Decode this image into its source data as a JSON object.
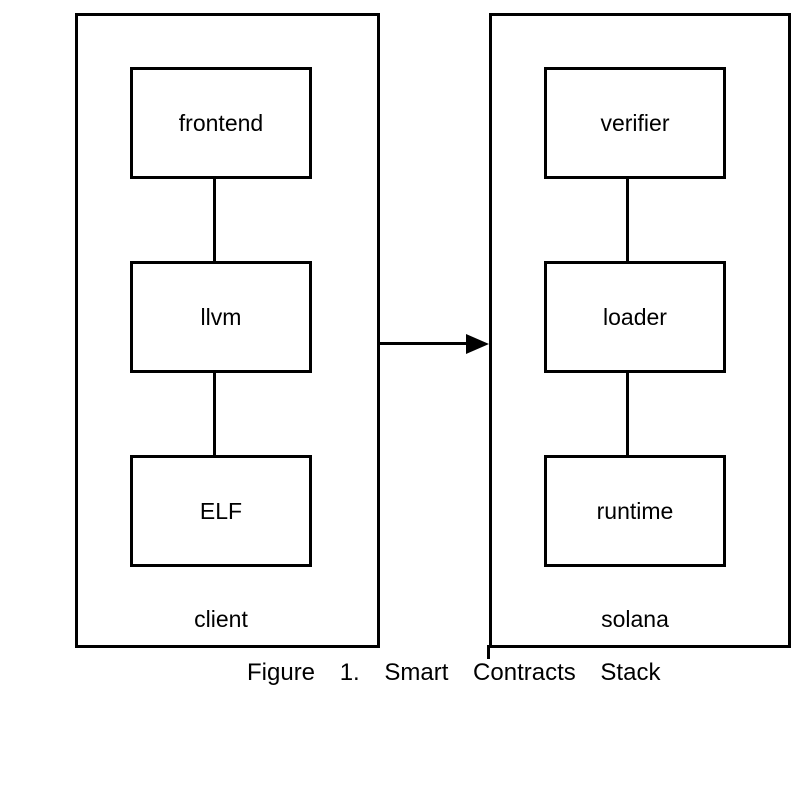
{
  "figure": {
    "caption": "Figure 1. Smart Contracts Stack",
    "colors": {
      "stroke": "#000000",
      "background": "#ffffff"
    },
    "containers": [
      {
        "label": "client",
        "boxes": [
          {
            "label": "frontend"
          },
          {
            "label": "llvm"
          },
          {
            "label": "ELF"
          }
        ]
      },
      {
        "label": "solana",
        "boxes": [
          {
            "label": "verifier"
          },
          {
            "label": "loader"
          },
          {
            "label": "runtime"
          }
        ]
      }
    ],
    "arrow": {
      "from": "client",
      "to": "solana",
      "direction": "right"
    }
  }
}
